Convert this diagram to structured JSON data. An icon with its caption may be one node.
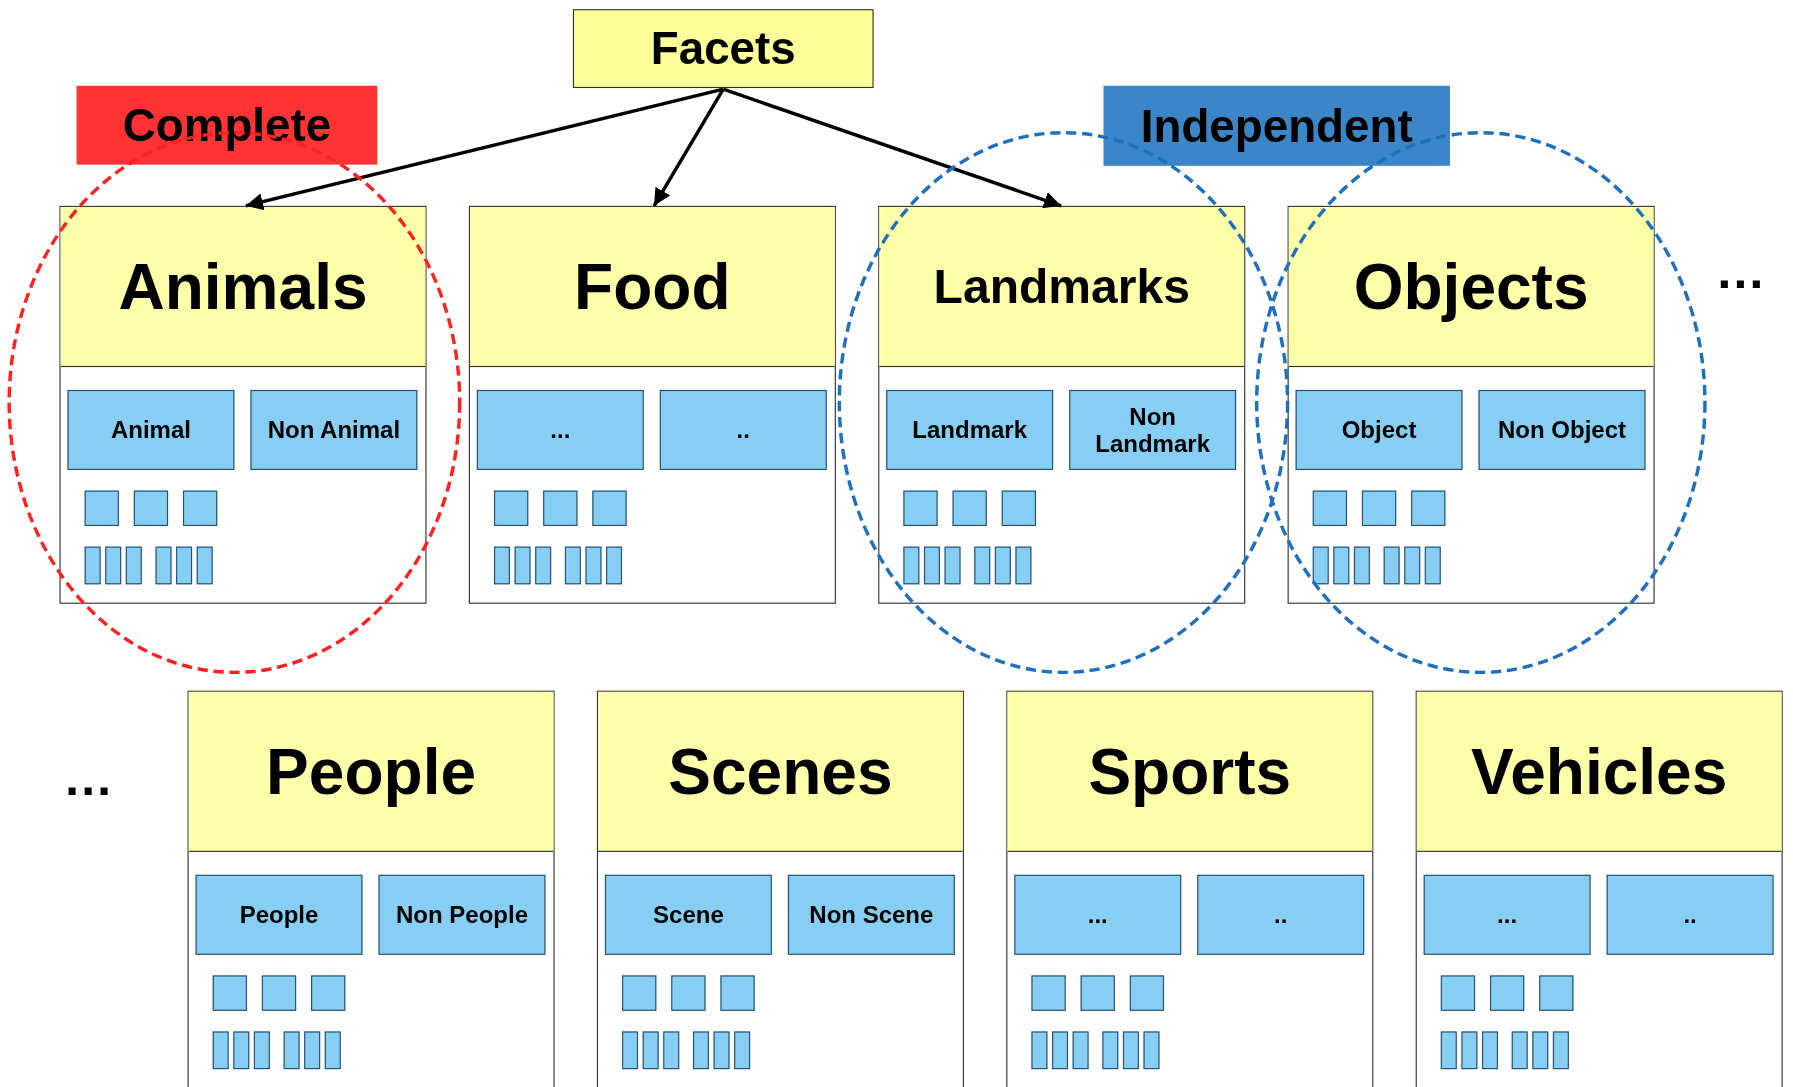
{
  "diagram": {
    "nodes": [
      {
        "text": [
          "Facets"
        ]
      },
      {
        "text": [
          "Complete"
        ]
      },
      {
        "text": [
          "Independent"
        ]
      },
      {
        "text": [
          "Animals"
        ]
      },
      {
        "text": [
          "Animal"
        ],
        "in": 3
      },
      {
        "text": [
          "Non Animal"
        ],
        "in": 3
      },
      {
        "text": [],
        "shape": "box",
        "in": 3
      },
      {
        "text": [],
        "shape": "box",
        "in": 3
      },
      {
        "text": [],
        "shape": "box",
        "in": 3
      },
      {
        "text": [],
        "shape": "bar",
        "in": 3
      },
      {
        "text": [],
        "shape": "bar",
        "in": 3
      },
      {
        "text": [],
        "shape": "bar",
        "in": 3
      },
      {
        "text": [],
        "shape": "bar",
        "in": 3
      },
      {
        "text": [],
        "shape": "bar",
        "in": 3
      },
      {
        "text": [],
        "shape": "bar",
        "in": 3
      },
      {
        "text": [
          "Food"
        ]
      },
      {
        "text": [
          "..."
        ],
        "in": 15
      },
      {
        "text": [
          ".."
        ],
        "in": 15
      },
      {
        "text": [],
        "shape": "box",
        "in": 15
      },
      {
        "text": [],
        "shape": "box",
        "in": 15
      },
      {
        "text": [],
        "shape": "box",
        "in": 15
      },
      {
        "text": [],
        "shape": "bar",
        "in": 15
      },
      {
        "text": [],
        "shape": "bar",
        "in": 15
      },
      {
        "text": [],
        "shape": "bar",
        "in": 15
      },
      {
        "text": [],
        "shape": "bar",
        "in": 15
      },
      {
        "text": [],
        "shape": "bar",
        "in": 15
      },
      {
        "text": [],
        "shape": "bar",
        "in": 15
      },
      {
        "text": [
          "Landmarks"
        ]
      },
      {
        "text": [
          "Landmark"
        ],
        "in": 27
      },
      {
        "text": [
          "Non Landmark"
        ],
        "in": 27
      },
      {
        "text": [],
        "shape": "box",
        "in": 27
      },
      {
        "text": [],
        "shape": "box",
        "in": 27
      },
      {
        "text": [],
        "shape": "box",
        "in": 27
      },
      {
        "text": [],
        "shape": "bar",
        "in": 27
      },
      {
        "text": [],
        "shape": "bar",
        "in": 27
      },
      {
        "text": [],
        "shape": "bar",
        "in": 27
      },
      {
        "text": [],
        "shape": "bar",
        "in": 27
      },
      {
        "text": [],
        "shape": "bar",
        "in": 27
      },
      {
        "text": [],
        "shape": "bar",
        "in": 27
      },
      {
        "text": [
          "Objects"
        ]
      },
      {
        "text": [
          "Object"
        ],
        "in": 39
      },
      {
        "text": [
          "Non Object"
        ],
        "in": 39
      },
      {
        "text": [],
        "shape": "box",
        "in": 39
      },
      {
        "text": [],
        "shape": "box",
        "in": 39
      },
      {
        "text": [],
        "shape": "box",
        "in": 39
      },
      {
        "text": [],
        "shape": "bar",
        "in": 39
      },
      {
        "text": [],
        "shape": "bar",
        "in": 39
      },
      {
        "text": [],
        "shape": "bar",
        "in": 39
      },
      {
        "text": [],
        "shape": "bar",
        "in": 39
      },
      {
        "text": [],
        "shape": "bar",
        "in": 39
      },
      {
        "text": [],
        "shape": "bar",
        "in": 39
      },
      {
        "text": [
          "People"
        ]
      },
      {
        "text": [
          "People"
        ],
        "in": 51
      },
      {
        "text": [
          "Non People"
        ],
        "in": 51
      },
      {
        "text": [],
        "shape": "box",
        "in": 51
      },
      {
        "text": [],
        "shape": "box",
        "in": 51
      },
      {
        "text": [],
        "shape": "box",
        "in": 51
      },
      {
        "text": [],
        "shape": "bar",
        "in": 51
      },
      {
        "text": [],
        "shape": "bar",
        "in": 51
      },
      {
        "text": [],
        "shape": "bar",
        "in": 51
      },
      {
        "text": [],
        "shape": "bar",
        "in": 51
      },
      {
        "text": [],
        "shape": "bar",
        "in": 51
      },
      {
        "text": [],
        "shape": "bar",
        "in": 51
      },
      {
        "text": [
          "Scenes"
        ]
      },
      {
        "text": [
          "Scene"
        ],
        "in": 63
      },
      {
        "text": [
          "Non Scene"
        ],
        "in": 63
      },
      {
        "text": [],
        "shape": "box",
        "in": 63
      },
      {
        "text": [],
        "shape": "box",
        "in": 63
      },
      {
        "text": [],
        "shape": "box",
        "in": 63
      },
      {
        "text": [],
        "shape": "bar",
        "in": 63
      },
      {
        "text": [],
        "shape": "bar",
        "in": 63
      },
      {
        "text": [],
        "shape": "bar",
        "in": 63
      },
      {
        "text": [],
        "shape": "bar",
        "in": 63
      },
      {
        "text": [],
        "shape": "bar",
        "in": 63
      },
      {
        "text": [],
        "shape": "bar",
        "in": 63
      },
      {
        "text": [
          "Sports"
        ]
      },
      {
        "text": [
          "..."
        ],
        "in": 75
      },
      {
        "text": [
          ".."
        ],
        "in": 75
      },
      {
        "text": [],
        "shape": "box",
        "in": 75
      },
      {
        "text": [],
        "shape": "box",
        "in": 75
      },
      {
        "text": [],
        "shape": "box",
        "in": 75
      },
      {
        "text": [],
        "shape": "bar",
        "in": 75
      },
      {
        "text": [],
        "shape": "bar",
        "in": 75
      },
      {
        "text": [],
        "shape": "bar",
        "in": 75
      },
      {
        "text": [],
        "shape": "bar",
        "in": 75
      },
      {
        "text": [],
        "shape": "bar",
        "in": 75
      },
      {
        "text": [],
        "shape": "bar",
        "in": 75
      },
      {
        "text": [
          "Vehicles"
        ]
      },
      {
        "text": [
          "..."
        ],
        "in": 87
      },
      {
        "text": [
          ".."
        ],
        "in": 87
      },
      {
        "text": [],
        "shape": "box",
        "in": 87
      },
      {
        "text": [],
        "shape": "box",
        "in": 87
      },
      {
        "text": [],
        "shape": "box",
        "in": 87
      },
      {
        "text": [],
        "shape": "bar",
        "in": 87
      },
      {
        "text": [],
        "shape": "bar",
        "in": 87
      },
      {
        "text": [],
        "shape": "bar",
        "in": 87
      },
      {
        "text": [],
        "shape": "bar",
        "in": 87
      },
      {
        "text": [],
        "shape": "bar",
        "in": 87
      },
      {
        "text": [],
        "shape": "bar",
        "in": 87
      }
    ],
    "edges": [
      {
        "from": 0,
        "to": 3,
        "arrow": "to"
      },
      {
        "from": 0,
        "to": 15,
        "arrow": "to"
      },
      {
        "from": 0,
        "to": 27,
        "arrow": "to"
      }
    ],
    "labels": [
      "…",
      "…"
    ]
  }
}
